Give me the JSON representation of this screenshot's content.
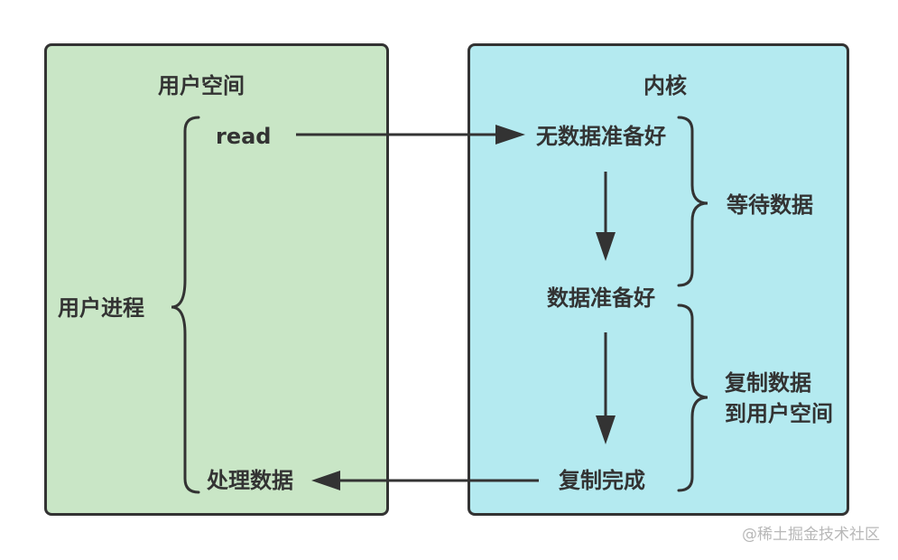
{
  "user_space": {
    "title": "用户空间",
    "process_label": "用户进程",
    "read_label": "read",
    "process_data_label": "处理数据",
    "fill": "#c9e6c6"
  },
  "kernel": {
    "title": "内核",
    "no_data_ready": "无数据准备好",
    "data_ready": "数据准备好",
    "copy_done": "复制完成",
    "wait_data": "等待数据",
    "copy_data_line1": "复制数据",
    "copy_data_line2": "到用户空间",
    "fill": "#b4eaf0"
  },
  "colors": {
    "stroke": "#333333",
    "text": "#333333"
  },
  "watermark": "@稀土掘金技术社区"
}
